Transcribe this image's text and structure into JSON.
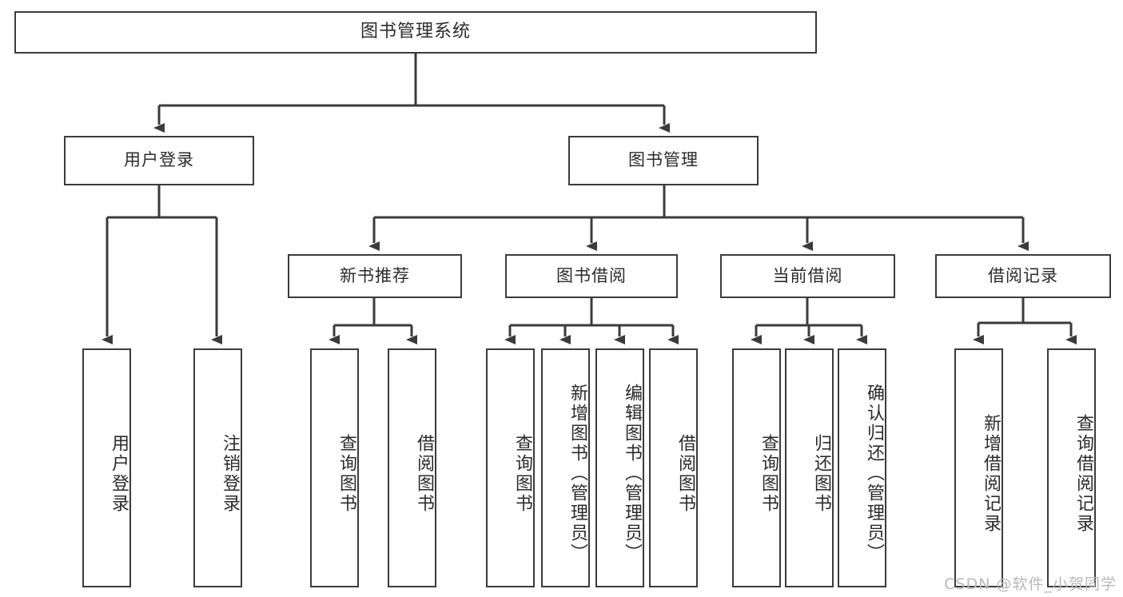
{
  "diagram": {
    "title": "图书管理系统",
    "type": "tree",
    "watermark": "CSDN @软件_小贺同学",
    "colors": {
      "background": "#ffffff",
      "box_border": "#3b3b3b",
      "box_fill": "#ffffff",
      "text": "#2b2b2b",
      "connector": "#3b3b3b",
      "watermark": "#b9b9b9"
    },
    "root": {
      "label": "图书管理系统"
    },
    "level2": [
      {
        "label": "用户登录"
      },
      {
        "label": "图书管理"
      }
    ],
    "level3": [
      {
        "label": "新书推荐"
      },
      {
        "label": "图书借阅"
      },
      {
        "label": "当前借阅"
      },
      {
        "label": "借阅记录"
      }
    ],
    "leaves": {
      "user_login": [
        {
          "label": "用户登录"
        },
        {
          "label": "注销登录"
        }
      ],
      "new_book_recommend": [
        {
          "label": "查询图书"
        },
        {
          "label": "借阅图书"
        }
      ],
      "book_borrow": [
        {
          "label": "查询图书"
        },
        {
          "label": "新增图书（管理员）"
        },
        {
          "label": "编辑图书（管理员）"
        },
        {
          "label": "借阅图书"
        }
      ],
      "current_borrow": [
        {
          "label": "查询图书"
        },
        {
          "label": "归还图书"
        },
        {
          "label": "确认归还（管理员）"
        }
      ],
      "borrow_record": [
        {
          "label": "新增借阅记录"
        },
        {
          "label": "查询借阅记录"
        }
      ]
    }
  }
}
